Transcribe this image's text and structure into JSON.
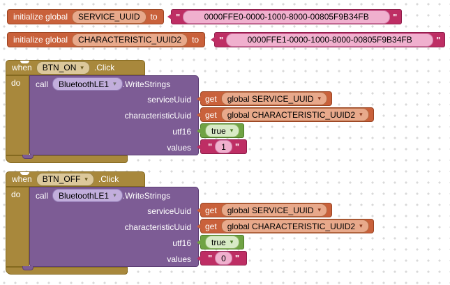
{
  "ui": {
    "quote": "\""
  },
  "icons": {
    "dropdown": "▾"
  },
  "colors": {
    "variable_block": "#c9613b",
    "text_block": "#be2e64",
    "event_block": "#a8883c",
    "call_block": "#7d5c95",
    "logic_block": "#70a344",
    "workspace_dot": "#d9d9d9"
  },
  "globals": [
    {
      "keyword": "initialize global",
      "name": "SERVICE_UUID",
      "to_label": "to",
      "value": "0000FFE0-0000-1000-8000-00805F9B34FB"
    },
    {
      "keyword": "initialize global",
      "name": "CHARACTERISTIC_UUID2",
      "to_label": "to",
      "value": "0000FFE1-0000-1000-8000-00805F9B34FB"
    }
  ],
  "events": [
    {
      "when_label": "when",
      "component": "BTN_ON",
      "event_suffix": ".Click",
      "do_label": "do",
      "call_label": "call",
      "call_component": "BluetoothLE1",
      "method_suffix": ".WriteStrings",
      "params": [
        {
          "label": "serviceUuid",
          "get_label": "get",
          "value": "global SERVICE_UUID"
        },
        {
          "label": "characteristicUuid",
          "get_label": "get",
          "value": "global CHARACTERISTIC_UUID2"
        },
        {
          "label": "utf16",
          "value": "true"
        },
        {
          "label": "values",
          "value": "1"
        }
      ]
    },
    {
      "when_label": "when",
      "component": "BTN_OFF",
      "event_suffix": ".Click",
      "do_label": "do",
      "call_label": "call",
      "call_component": "BluetoothLE1",
      "method_suffix": ".WriteStrings",
      "params": [
        {
          "label": "serviceUuid",
          "get_label": "get",
          "value": "global SERVICE_UUID"
        },
        {
          "label": "characteristicUuid",
          "get_label": "get",
          "value": "global CHARACTERISTIC_UUID2"
        },
        {
          "label": "utf16",
          "value": "true"
        },
        {
          "label": "values",
          "value": "0"
        }
      ]
    }
  ]
}
